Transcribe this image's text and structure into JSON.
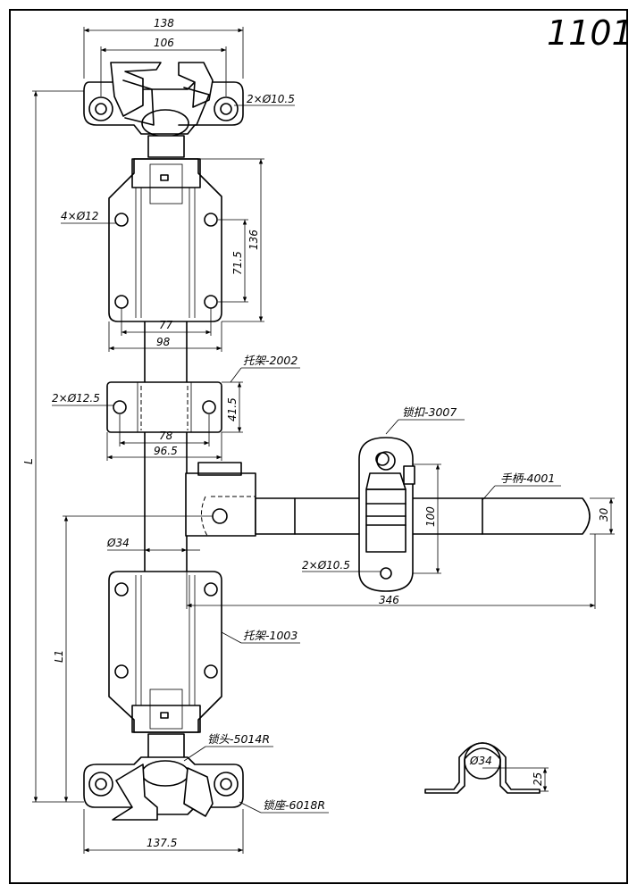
{
  "title": "1101",
  "dimensions": {
    "top_width_outer": "138",
    "top_width_inner": "106",
    "top_holes": "2×Ø10.5",
    "bracket_holes": "4×Ø12",
    "bracket_height": "136",
    "bracket_hole_spacing": "71.5",
    "bracket_inner_width": "77",
    "bracket_outer_width": "98",
    "clamp_holes": "2×Ø12.5",
    "clamp_height": "41.5",
    "clamp_inner_width": "78",
    "clamp_outer_width": "96.5",
    "overall_length": "L",
    "partial_length": "L1",
    "rod_diameter": "Ø34",
    "catch_holes": "2×Ø10.5",
    "catch_height": "100",
    "handle_length": "346",
    "handle_width": "30",
    "bottom_width": "137.5",
    "section_diameter": "Ø34",
    "section_height": "25"
  },
  "parts": {
    "bracket_2002": "托架-2002",
    "catch_3007": "锁扣-3007",
    "handle_4001": "手柄-4001",
    "bracket_1003": "托架-1003",
    "lock_head_5014R": "锁头-5014R",
    "lock_seat_6018R": "锁座-6018R"
  }
}
